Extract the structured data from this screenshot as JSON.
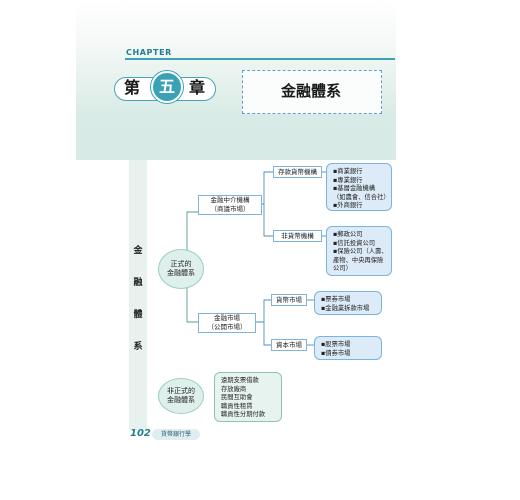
{
  "header": {
    "chapter_word": "CHAPTER",
    "chapter_chars": [
      "第",
      "五",
      "章"
    ],
    "title": "金融體系",
    "accent_color": "#3aa2b4"
  },
  "diagram": {
    "root_chars": [
      "金",
      "融",
      "體",
      "系"
    ],
    "formal": {
      "line1": "正式的",
      "line2": "金融體系"
    },
    "informal": {
      "line1": "非正式的",
      "line2": "金融體系"
    },
    "intermediary": {
      "line1": "金融中介機構",
      "line2": "（商議市場）"
    },
    "market": {
      "line1": "金融市場",
      "line2": "（公開市場）"
    },
    "deposit_inst": "存款貨幣機構",
    "non_deposit_inst": "非貨幣機構",
    "money_market": "貨幣市場",
    "capital_market": "資本市場",
    "deposit_list": [
      "▪商業銀行",
      "▪專業銀行",
      "▪基層金融機構",
      "（如農會、信合社）",
      "▪外商銀行"
    ],
    "non_deposit_list": [
      "▪郵政公司",
      "▪信託投資公司",
      "▪保險公司（人壽、",
      "產物、中央再保險",
      "公司）"
    ],
    "money_market_list": [
      "▪票券市場",
      "▪金融業拆款市場"
    ],
    "capital_market_list": [
      "▪股票市場",
      "▪債券市場"
    ],
    "informal_list": [
      "遠期支票借款",
      "存放廠商",
      "民間互助會",
      "職貢性租賃",
      "職貢性分期付款"
    ]
  },
  "footer": {
    "page_number": "102",
    "book_title": "貨幣銀行學"
  }
}
